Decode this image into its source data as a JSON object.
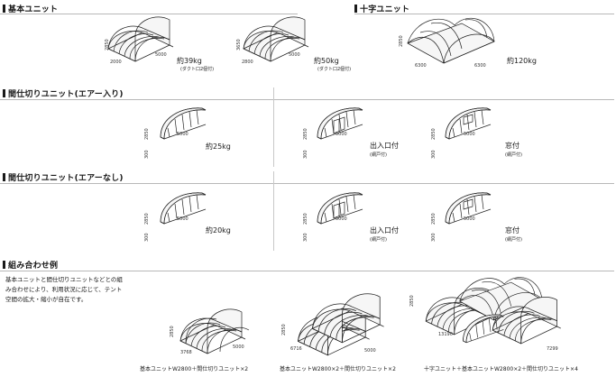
{
  "sections": {
    "basic": "基本ユニット",
    "cross": "十字ユニット",
    "partition_air": "間仕切りユニット(エアー入り)",
    "partition_noair": "間仕切りユニット(エアーなし)",
    "combo": "組み合わせ例"
  },
  "basic_units": [
    {
      "weight": "約39kg",
      "note": "(ダクト口2個付)",
      "height": "2850",
      "width": "2000",
      "length": "5000"
    },
    {
      "weight": "約50kg",
      "note": "(ダクト口2個付)",
      "height": "3650",
      "width": "2800",
      "length": "5000"
    }
  ],
  "cross_unit": {
    "weight": "約120kg",
    "height": "2850",
    "width": "6300",
    "length": "6300"
  },
  "partition_air": {
    "weight": "約25kg",
    "dims": {
      "height": "2850",
      "depth": "300",
      "length": "5000"
    },
    "door": {
      "label": "出入口付",
      "note": "(網戸付)",
      "height": "2850",
      "depth": "300",
      "length": "5000"
    },
    "window": {
      "label": "窓付",
      "note": "(網戸付)",
      "height": "2850",
      "depth": "300",
      "length": "5000"
    }
  },
  "partition_noair": {
    "weight": "約20kg",
    "dims": {
      "height": "2850",
      "depth": "300",
      "length": "5000"
    },
    "door": {
      "label": "出入口付",
      "note": "(網戸付)",
      "height": "2850",
      "depth": "300",
      "length": "5000"
    },
    "window": {
      "label": "窓付",
      "note": "(網戸付)",
      "height": "2850",
      "depth": "300",
      "length": "5000"
    }
  },
  "combo": {
    "description": "基本ユニットと間仕切りユニットなどとの組み合わせにより、利用状況に応じて、テント空間の拡大・縮小が自在です。",
    "examples": [
      {
        "caption": "基本ユニットW2800＋間仕切りユニット×2",
        "height": "2850",
        "width": "3768",
        "length": "5000"
      },
      {
        "caption": "基本ユニットW2800×2＋間仕切りユニット×2",
        "height": "2850",
        "width": "6716",
        "length": "5000"
      },
      {
        "caption": "十字ユニット＋基本ユニットW2800×2＋間仕切りユニット×4",
        "height": "2850",
        "width": "13190",
        "length": "7299"
      }
    ]
  }
}
